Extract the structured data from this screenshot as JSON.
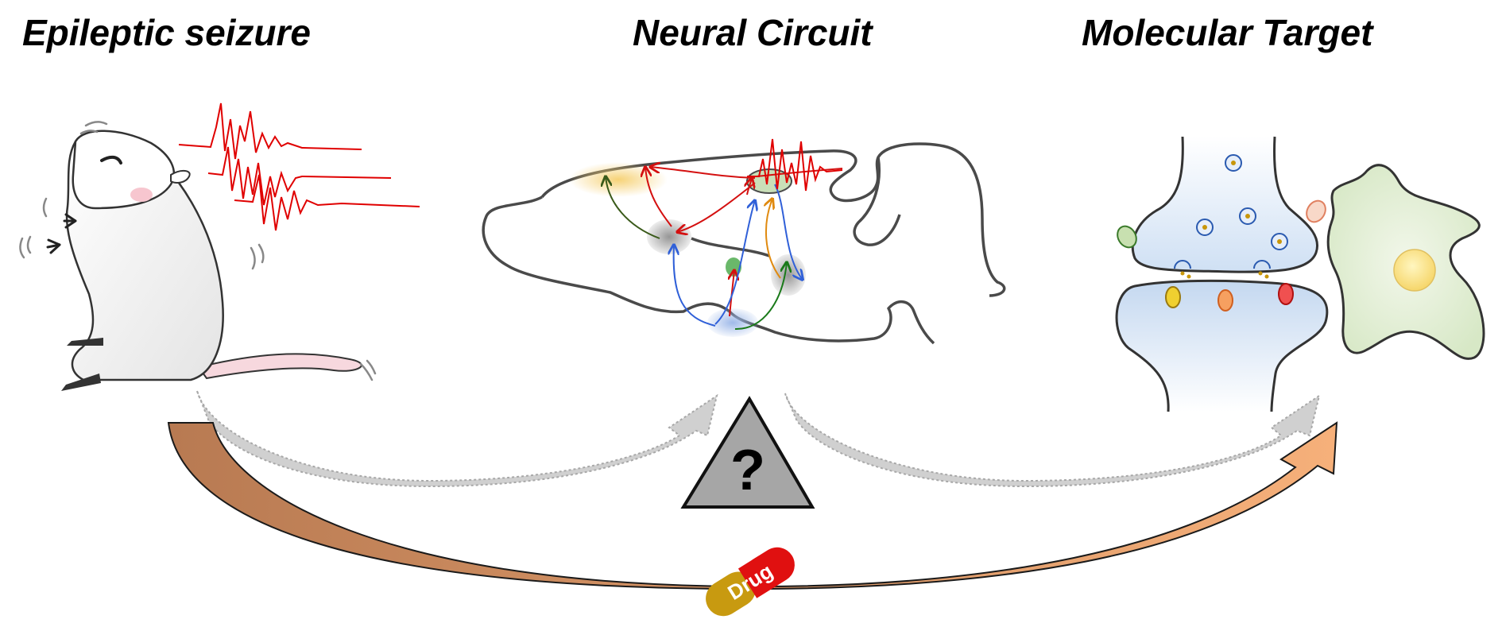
{
  "headings": {
    "seizure": "Epileptic seizure",
    "circuit": "Neural Circuit",
    "target": "Molecular Target"
  },
  "question_mark": "?",
  "pill_label": "Drug",
  "colors": {
    "seizure_trace": "#e00000",
    "circuit_red": "#d41010",
    "circuit_blue": "#3060d8",
    "circuit_green": "#1a7a1a",
    "circuit_orange": "#e08a10",
    "arrow_start": "#b87a52",
    "arrow_end": "#f6b07a",
    "pill_red": "#e01010",
    "pill_gold": "#c89a10",
    "dashed_arrow": "#c8c8c8",
    "triangle": "#a6a6a6"
  }
}
